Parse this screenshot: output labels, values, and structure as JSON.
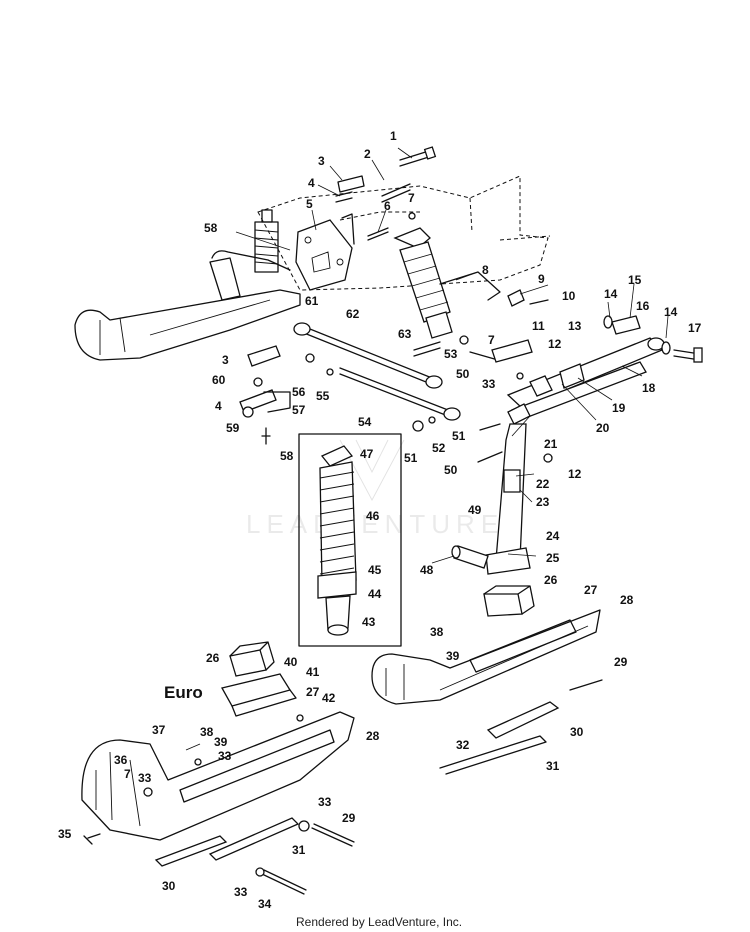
{
  "diagram": {
    "euro_label": "Euro",
    "watermark": "LEADVENTURE",
    "footer": "Rendered by LeadVenture, Inc.",
    "callouts": [
      {
        "id": "c1",
        "text": "1"
      },
      {
        "id": "c2",
        "text": "2"
      },
      {
        "id": "c3a",
        "text": "3"
      },
      {
        "id": "c4a",
        "text": "4"
      },
      {
        "id": "c5",
        "text": "5"
      },
      {
        "id": "c6",
        "text": "6"
      },
      {
        "id": "c7a",
        "text": "7"
      },
      {
        "id": "c58a",
        "text": "58"
      },
      {
        "id": "c8",
        "text": "8"
      },
      {
        "id": "c9",
        "text": "9"
      },
      {
        "id": "c10",
        "text": "10"
      },
      {
        "id": "c14a",
        "text": "14"
      },
      {
        "id": "c15",
        "text": "15"
      },
      {
        "id": "c16",
        "text": "16"
      },
      {
        "id": "c14b",
        "text": "14"
      },
      {
        "id": "c17",
        "text": "17"
      },
      {
        "id": "c61",
        "text": "61"
      },
      {
        "id": "c62",
        "text": "62"
      },
      {
        "id": "c63",
        "text": "63"
      },
      {
        "id": "c7b",
        "text": "7"
      },
      {
        "id": "c11",
        "text": "11"
      },
      {
        "id": "c13",
        "text": "13"
      },
      {
        "id": "c12a",
        "text": "12"
      },
      {
        "id": "c3b",
        "text": "3"
      },
      {
        "id": "c53",
        "text": "53"
      },
      {
        "id": "c50a",
        "text": "50"
      },
      {
        "id": "c33a",
        "text": "33"
      },
      {
        "id": "c18",
        "text": "18"
      },
      {
        "id": "c60",
        "text": "60"
      },
      {
        "id": "c56",
        "text": "56"
      },
      {
        "id": "c55",
        "text": "55"
      },
      {
        "id": "c19",
        "text": "19"
      },
      {
        "id": "c4b",
        "text": "4"
      },
      {
        "id": "c57",
        "text": "57"
      },
      {
        "id": "c20",
        "text": "20"
      },
      {
        "id": "c59",
        "text": "59"
      },
      {
        "id": "c54",
        "text": "54"
      },
      {
        "id": "c51a",
        "text": "51"
      },
      {
        "id": "c52",
        "text": "52"
      },
      {
        "id": "c51b",
        "text": "51"
      },
      {
        "id": "c21",
        "text": "21"
      },
      {
        "id": "c58b",
        "text": "58"
      },
      {
        "id": "c47",
        "text": "47"
      },
      {
        "id": "c50b",
        "text": "50"
      },
      {
        "id": "c12b",
        "text": "12"
      },
      {
        "id": "c22",
        "text": "22"
      },
      {
        "id": "c23",
        "text": "23"
      },
      {
        "id": "c49",
        "text": "49"
      },
      {
        "id": "c46",
        "text": "46"
      },
      {
        "id": "c24",
        "text": "24"
      },
      {
        "id": "c25",
        "text": "25"
      },
      {
        "id": "c48",
        "text": "48"
      },
      {
        "id": "c45",
        "text": "45"
      },
      {
        "id": "c26a",
        "text": "26"
      },
      {
        "id": "c44",
        "text": "44"
      },
      {
        "id": "c27a",
        "text": "27"
      },
      {
        "id": "c28a",
        "text": "28"
      },
      {
        "id": "c43",
        "text": "43"
      },
      {
        "id": "c38a",
        "text": "38"
      },
      {
        "id": "c39a",
        "text": "39"
      },
      {
        "id": "c26b",
        "text": "26"
      },
      {
        "id": "c40",
        "text": "40"
      },
      {
        "id": "c41",
        "text": "41"
      },
      {
        "id": "c29a",
        "text": "29"
      },
      {
        "id": "c27b",
        "text": "27"
      },
      {
        "id": "c42",
        "text": "42"
      },
      {
        "id": "c30a",
        "text": "30"
      },
      {
        "id": "c37",
        "text": "37"
      },
      {
        "id": "c38b",
        "text": "38"
      },
      {
        "id": "c28b",
        "text": "28"
      },
      {
        "id": "c39b",
        "text": "39"
      },
      {
        "id": "c33b",
        "text": "33"
      },
      {
        "id": "c32",
        "text": "32"
      },
      {
        "id": "c36",
        "text": "36"
      },
      {
        "id": "c7c",
        "text": "7"
      },
      {
        "id": "c33c",
        "text": "33"
      },
      {
        "id": "c31a",
        "text": "31"
      },
      {
        "id": "c33d",
        "text": "33"
      },
      {
        "id": "c29b",
        "text": "29"
      },
      {
        "id": "c35",
        "text": "35"
      },
      {
        "id": "c31b",
        "text": "31"
      },
      {
        "id": "c30b",
        "text": "30"
      },
      {
        "id": "c33e",
        "text": "33"
      },
      {
        "id": "c34",
        "text": "34"
      }
    ]
  }
}
